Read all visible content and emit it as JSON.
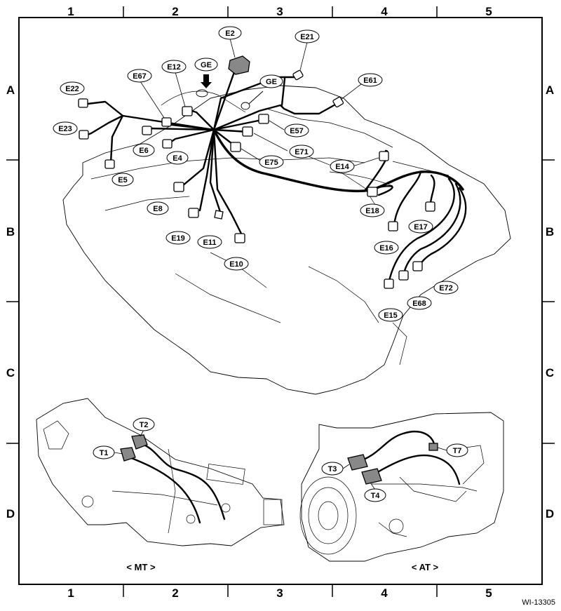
{
  "grid": {
    "columns": [
      "1",
      "2",
      "3",
      "4",
      "5"
    ],
    "rows": [
      "A",
      "B",
      "C",
      "D"
    ]
  },
  "labels": {
    "E2": "E2",
    "E21": "E21",
    "GE_top": "GE",
    "GE_mid": "GE",
    "E12": "E12",
    "E67": "E67",
    "E22": "E22",
    "E23": "E23",
    "E61": "E61",
    "E57": "E57",
    "E71": "E71",
    "E75": "E75",
    "E6": "E6",
    "E4": "E4",
    "E5": "E5",
    "E14": "E14",
    "E18": "E18",
    "E8": "E8",
    "E17": "E17",
    "E16": "E16",
    "E19": "E19",
    "E11": "E11",
    "E10": "E10",
    "E72": "E72",
    "E68": "E68",
    "E15": "E15",
    "T2": "T2",
    "T1": "T1",
    "T7": "T7",
    "T3": "T3",
    "T4": "T4"
  },
  "captions": {
    "mt": "< MT >",
    "at": "< AT >"
  },
  "figure_code": "WI-13305"
}
